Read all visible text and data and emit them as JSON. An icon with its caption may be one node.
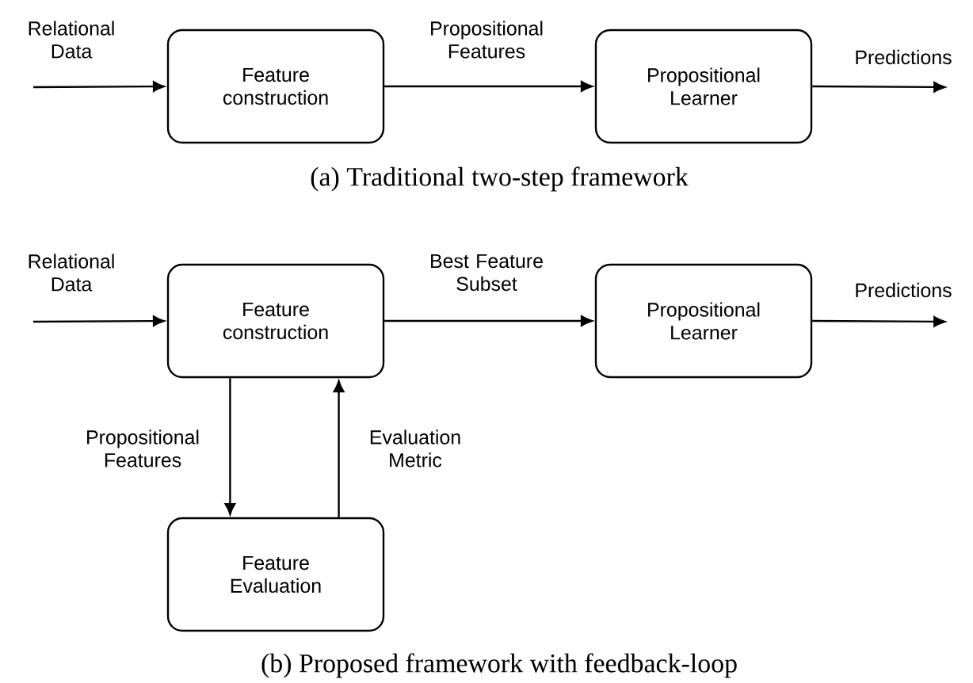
{
  "diagram": {
    "nodes": [
      {
        "text": [
          "Feature construction"
        ]
      },
      {
        "text": [
          "Propositional Learner"
        ]
      },
      {
        "text": [
          "Feature construction"
        ]
      },
      {
        "text": [
          "Propositional Learner"
        ]
      },
      {
        "text": [
          "Feature Evaluation"
        ]
      }
    ],
    "edges": [
      {
        "from": null,
        "to": 0,
        "arrow": "to",
        "label": "Relational Data"
      },
      {
        "from": 0,
        "to": 1,
        "arrow": "to",
        "label": "Propositional Features"
      },
      {
        "from": 1,
        "to": null,
        "arrow": "to",
        "label": "Predictions"
      },
      {
        "from": null,
        "to": 2,
        "arrow": "to",
        "label": "Relational Data"
      },
      {
        "from": 2,
        "to": 3,
        "arrow": "to",
        "label": "Best Feature Subset"
      },
      {
        "from": 3,
        "to": null,
        "arrow": "to",
        "label": "Predictions"
      },
      {
        "from": 2,
        "to": 4,
        "arrow": "to",
        "label": "Propositional Features"
      },
      {
        "from": 4,
        "to": 2,
        "arrow": "to",
        "label": "Evaluation Metric"
      }
    ],
    "labels": [
      "(a) Traditional two-step framework",
      "(b) Proposed framework with feedback-loop"
    ]
  }
}
